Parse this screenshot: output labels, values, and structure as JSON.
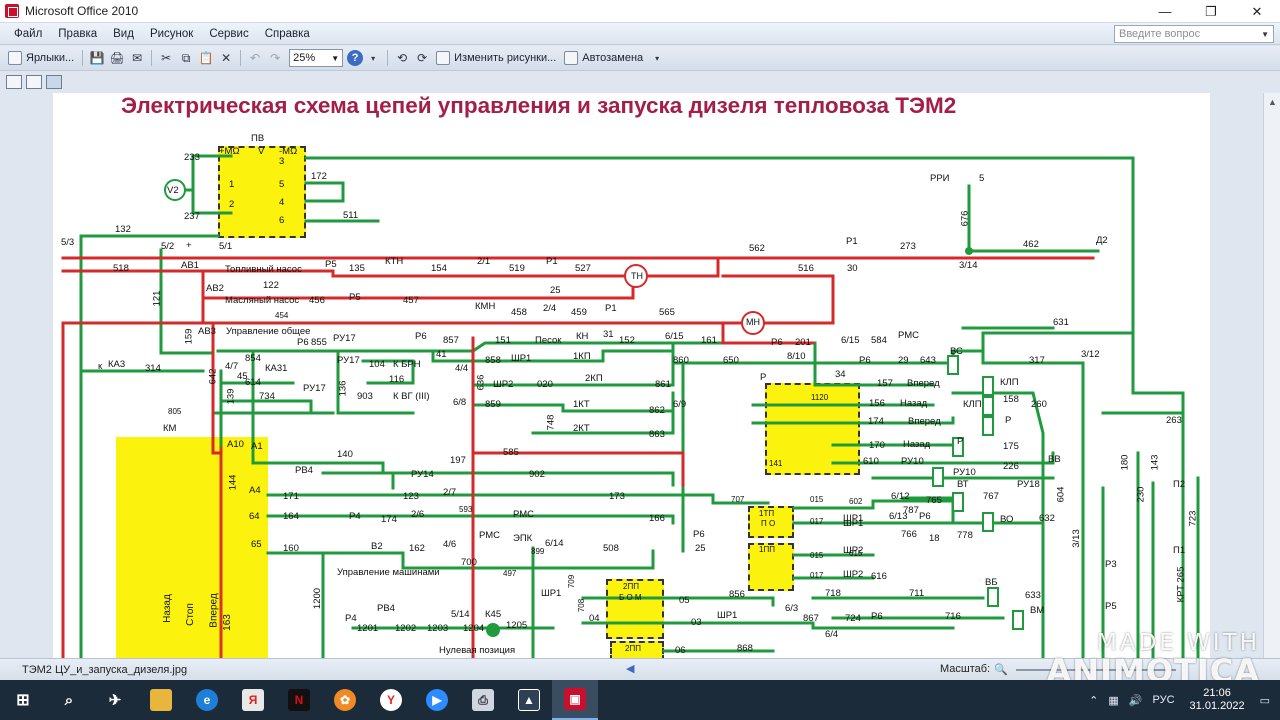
{
  "window": {
    "title": "Microsoft Office 2010",
    "controls": [
      "—",
      "❐",
      "✕"
    ]
  },
  "menu": {
    "items": [
      "Файл",
      "Правка",
      "Вид",
      "Рисунок",
      "Сервис",
      "Справка"
    ],
    "help_placeholder": "Введите вопрос"
  },
  "toolbar": {
    "shortcuts_label": "Ярлыки...",
    "zoom": "25%",
    "edit_picture_label": "Изменить рисунки...",
    "autocorrect_label": "Автозамена"
  },
  "diagram": {
    "title": "Электрическая схема цепей управления и запуска дизеля тепловоза ТЭМ2",
    "labels": {
      "pv": "ПВ",
      "mo1": "+MΩ",
      "v": "V",
      "mo2": "-MΩ",
      "v2": "V2",
      "n233": "233",
      "n237": "237",
      "n132": "132",
      "n172": "172",
      "n511": "511",
      "n3": "3",
      "n5": "5",
      "n4": "4",
      "n6": "6",
      "n1": "1",
      "n2": "2",
      "s53": "5/3",
      "s52": "5/2",
      "s51": "5/1",
      "plus": "+",
      "n518": "518",
      "av1": "АВ1",
      "fuel": "Топливный насос",
      "r5": "Р5",
      "n135": "135",
      "ktn": "КТН",
      "n154": "154",
      "s21": "2/1",
      "n519": "519",
      "p1": "Р1",
      "n527": "527",
      "tn": "ТН",
      "n562": "562",
      "p1b": "Р1",
      "n273": "273",
      "n462": "462",
      "d2": "Д2",
      "n122": "122",
      "n25": "25",
      "n516": "516",
      "n30": "30",
      "s314": "3/14",
      "n121": "121",
      "av2": "АВ2",
      "oil": "Масляный насос",
      "n456": "456",
      "p5b": "Р5",
      "n457": "457",
      "n454": "454",
      "kmn": "КМН",
      "n458": "458",
      "s24": "2/4",
      "n459": "459",
      "p1c": "Р1",
      "n565": "565",
      "mn": "МН",
      "n31": "31",
      "n201": "201",
      "rri": "РРИ",
      "n676": "676",
      "n5b": "5",
      "n159": "159",
      "av3": "АВ3",
      "ctrl": "Управление общее",
      "ru17": "РУ17",
      "p6": "Р6",
      "n855": "855",
      "p6b": "Р6",
      "n857": "857",
      "n151": "151",
      "pesok": "Песок",
      "kn": "КН",
      "n152": "152",
      "s615": "6/15",
      "n161": "161",
      "p6c": "Р6",
      "s615b": "6/15",
      "n584": "584",
      "rms": "РМС",
      "n631": "631",
      "k": "к",
      "ka3": "КА3",
      "n314": "314",
      "s47": "4/7",
      "n854": "854",
      "ka31": "КА31",
      "n614": "614",
      "ru17b": "РУ17",
      "n104": "104",
      "brn": "К  БРН",
      "n116": "116",
      "n41": "41",
      "s44": "4/4",
      "n858": "858",
      "shr1": "ШР1",
      "kp1": "1КП",
      "n860": "860",
      "n650": "650",
      "s810": "8/10",
      "p6d": "Р6",
      "n29": "29",
      "n643": "643",
      "vs": "ВС",
      "n317": "317",
      "s312": "3/12",
      "n642": "642",
      "n45": "45",
      "n139": "139",
      "n734": "734",
      "ru17c": "РУ17",
      "n136": "136",
      "n903": "903",
      "vg": "К  ВГ (III)",
      "n636": "636",
      "shr2": "ШР2",
      "n020": "020",
      "kp2": "2КП",
      "n861": "861",
      "p": "Р",
      "n34": "34",
      "n157": "157",
      "vpered": "Вперед",
      "klp": "КЛП",
      "n805": "805",
      "s68": "6/8",
      "n859": "859",
      "kt1": "1КТ",
      "n862": "862",
      "s69": "6/9",
      "n156": "156",
      "nazad": "Назад",
      "kl": "КЛП",
      "n158": "158",
      "n260": "260",
      "km": "КМ",
      "n748": "748",
      "kt2": "2КТ",
      "n863": "863",
      "n174": "174",
      "vpered2": "Вперед",
      "rr": "Р",
      "n263": "263",
      "a10": "А10",
      "a1": "А1",
      "rv4": "РВ4",
      "n140": "140",
      "n197": "197",
      "n585": "585",
      "n170": "170",
      "nazad2": "Назад",
      "rr2": "Р",
      "n175": "175",
      "vv": "ВВ",
      "n144": "144",
      "ru14": "РУ14",
      "n902": "902",
      "n610": "610",
      "ru10": "РУ10",
      "n226": "226",
      "ru10b": "РУ10",
      "ru18": "РУ18",
      "n180": "180",
      "n230": "230",
      "n143": "143",
      "a4": "А4",
      "n171": "171",
      "s27": "2/7",
      "n123": "123",
      "n173": "173",
      "vt": "ВТ",
      "n767": "767",
      "n604": "604",
      "p2": "П2",
      "a64": "64",
      "n164": "164",
      "p4": "Р4",
      "n174b": "174",
      "s26": "2/6",
      "n593": "593",
      "rms2": "РМС",
      "n166": "166",
      "s612": "6/12",
      "n765": "765",
      "n787": "787",
      "n015": "015",
      "shr1b": "ШР1",
      "n602": "602",
      "n632": "632",
      "vo": "ВО",
      "n723": "723",
      "n65": "65",
      "n160": "160",
      "v2b": "В2",
      "n162": "162",
      "s46": "4/6",
      "rms3": "РМС",
      "epk": "ЭПК",
      "s614": "6/14",
      "n508": "508",
      "p6e": "Р6",
      "n25b": "25",
      "n017": "017",
      "shr1c": "ШР1",
      "s613": "6/13",
      "p6f": "Р6",
      "n766": "766",
      "n18": "18",
      "n778": "778",
      "s313": "3/13",
      "p1t": "П1",
      "krt": "КРТ 265",
      "ctrl_mach": "Управление машинами",
      "n700": "700",
      "n899": "899",
      "n497": "497",
      "n015b": "015",
      "shr2b": "ШР2",
      "n615": "615",
      "n017b": "017",
      "shr2c": "ШР2",
      "n616": "616",
      "n1200": "1200",
      "rv4b": "РВ4",
      "p4b": "Р4",
      "n1201": "1201",
      "n1202": "1202",
      "n1203": "1203",
      "s514": "5/14",
      "k45": "К45",
      "n1204": "1204",
      "n1205": "1205",
      "zero": "Нулевая позиция",
      "shr1d": "ШР1",
      "n709": "709",
      "n708": "708",
      "n856": "856",
      "s63": "6/3",
      "n718": "718",
      "n711": "711",
      "vb": "ВБ",
      "n633": "633",
      "n05": "05",
      "shr1e": "ШР1",
      "n867": "867",
      "n724": "724",
      "p6g": "Р6",
      "n716": "716",
      "vm": "ВМ",
      "n04": "04",
      "n03": "03",
      "s64": "6/4",
      "n868": "868",
      "n06": "06",
      "n707": "707",
      "pp1": "1ПП",
      "pp2": "2ПП",
      "tp": "1ТП",
      "pp3": "2ПП",
      "nazad_v": "Назад",
      "stop_v": "Стоп",
      "vpered_v": "Вперед",
      "n163": "163",
      "r3": "Р3",
      "r5v": "Р5",
      "n1120": "1120",
      "n141": "141",
      "bom": "Б О М",
      "po": "П О"
    }
  },
  "status": {
    "file": "ТЭМ2 ЦУ_и_запуска_дизеля.jpg",
    "scale_label": "Масштаб:"
  },
  "watermark": {
    "line1": "MADE WITH",
    "line2": "ANIMOTICA"
  },
  "taskbar": {
    "clock_time": "21:06",
    "clock_date": "31.01.2022",
    "lang": "РУС"
  }
}
